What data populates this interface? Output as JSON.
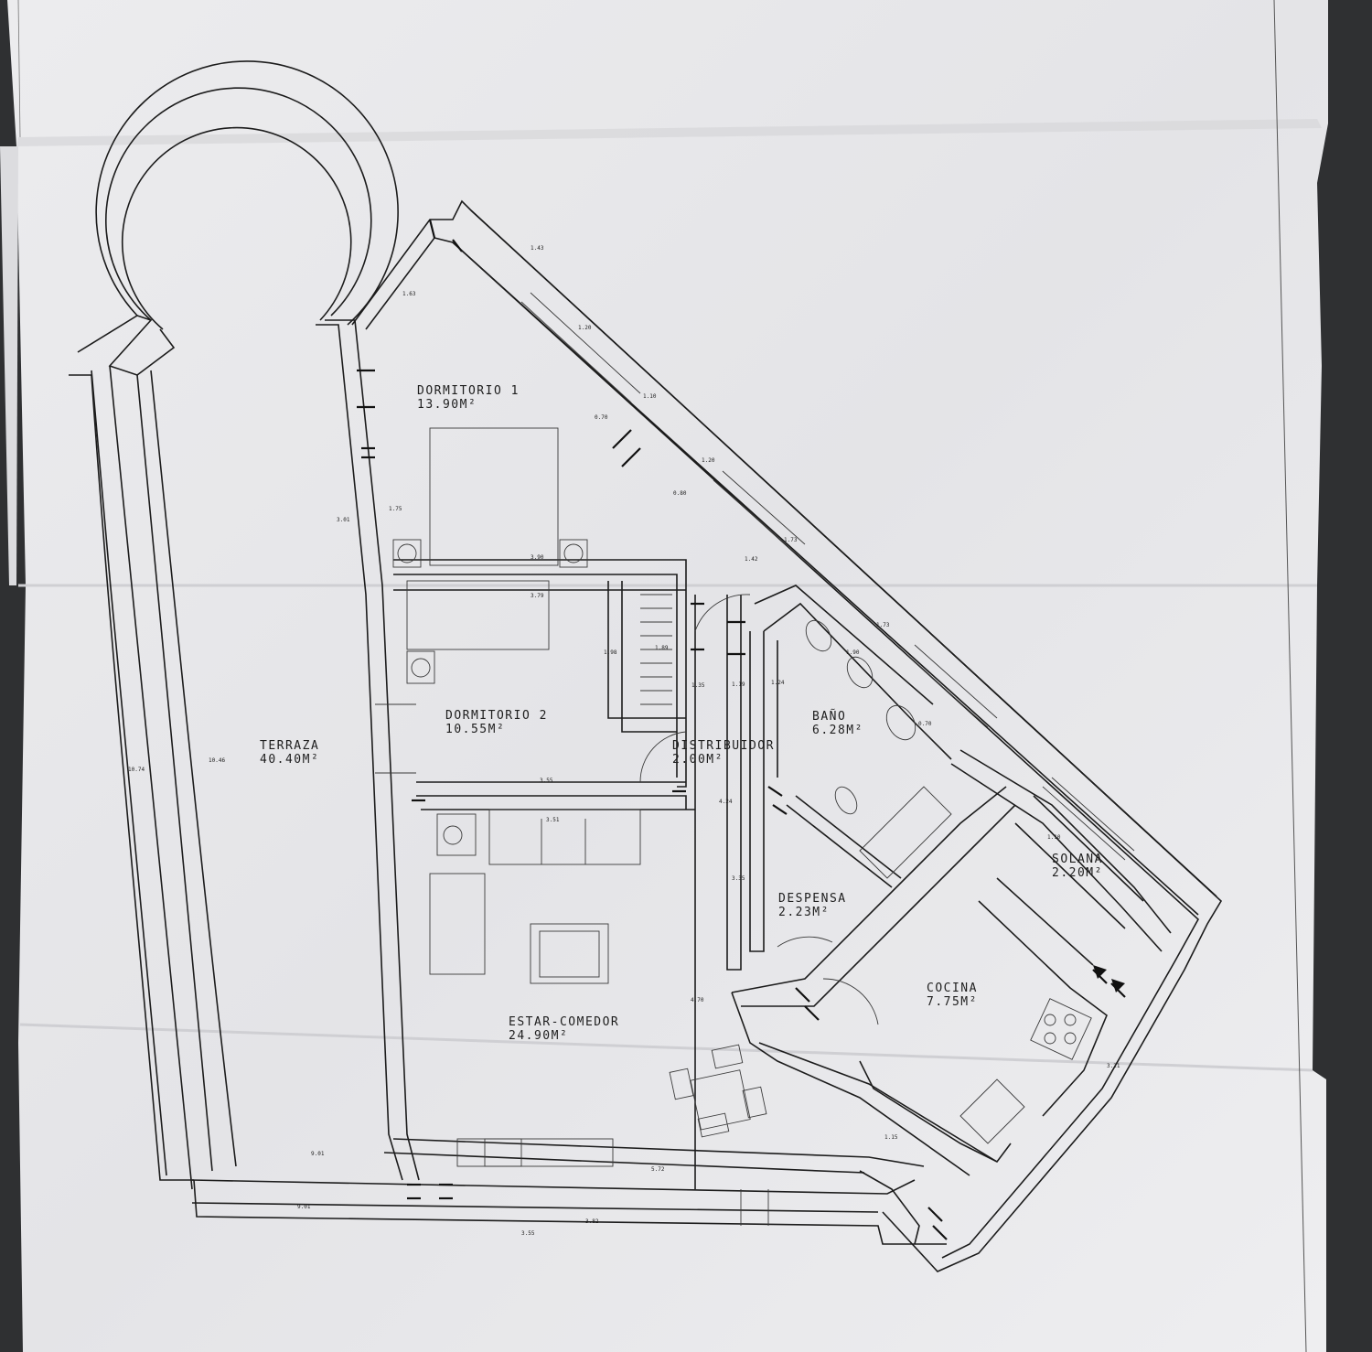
{
  "rooms": {
    "dormitorio1": {
      "name": "DORMITORIO 1",
      "area": "13.90M²"
    },
    "dormitorio2": {
      "name": "DORMITORIO 2",
      "area": "10.55M²"
    },
    "terraza": {
      "name": "TERRAZA",
      "area": "40.40M²"
    },
    "distribuidor": {
      "name": "DISTRIBUIDOR",
      "area": "2.00M²"
    },
    "bano": {
      "name": "BAÑO",
      "area": "6.28M²"
    },
    "despensa": {
      "name": "DESPENSA",
      "area": "2.23M²"
    },
    "solana": {
      "name": "SOLANA",
      "area": "2.20M²"
    },
    "cocina": {
      "name": "COCINA",
      "area": "7.75M²"
    },
    "estar_comedor": {
      "name": "ESTAR-COMEDOR",
      "area": "24.90M²"
    }
  },
  "dimensions": {
    "d1": "3.90",
    "d2": "3.79",
    "d3": "3.55",
    "d4": "3.51",
    "d5": "9.01",
    "d6": "9.01",
    "d7": "5.72",
    "d8": "3.82",
    "d9": "3.55",
    "d10": "10.46",
    "d11": "10.74",
    "d12": "1.43",
    "d13": "1.20",
    "d14": "1.20",
    "d15": "1.73",
    "d16": "1.73",
    "d17": "1.42",
    "d18": "1.10",
    "d19": "0.70",
    "d20": "0.80",
    "d21": "1.98",
    "d22": "1.89",
    "d23": "1.35",
    "d24": "1.19",
    "d25": "1.24",
    "d26": "4.24",
    "d27": "3.35",
    "d28": "4.70",
    "d29": "1.90",
    "d30": "0.70",
    "d31": "1.75",
    "d32": "1.63",
    "d33": "3.21",
    "d34": "3.01",
    "d35": "1.15",
    "d36": "1.10"
  },
  "colors": {
    "paper": "#e9e9eb",
    "line": "#1c1c1c",
    "background": "#2f3032"
  }
}
